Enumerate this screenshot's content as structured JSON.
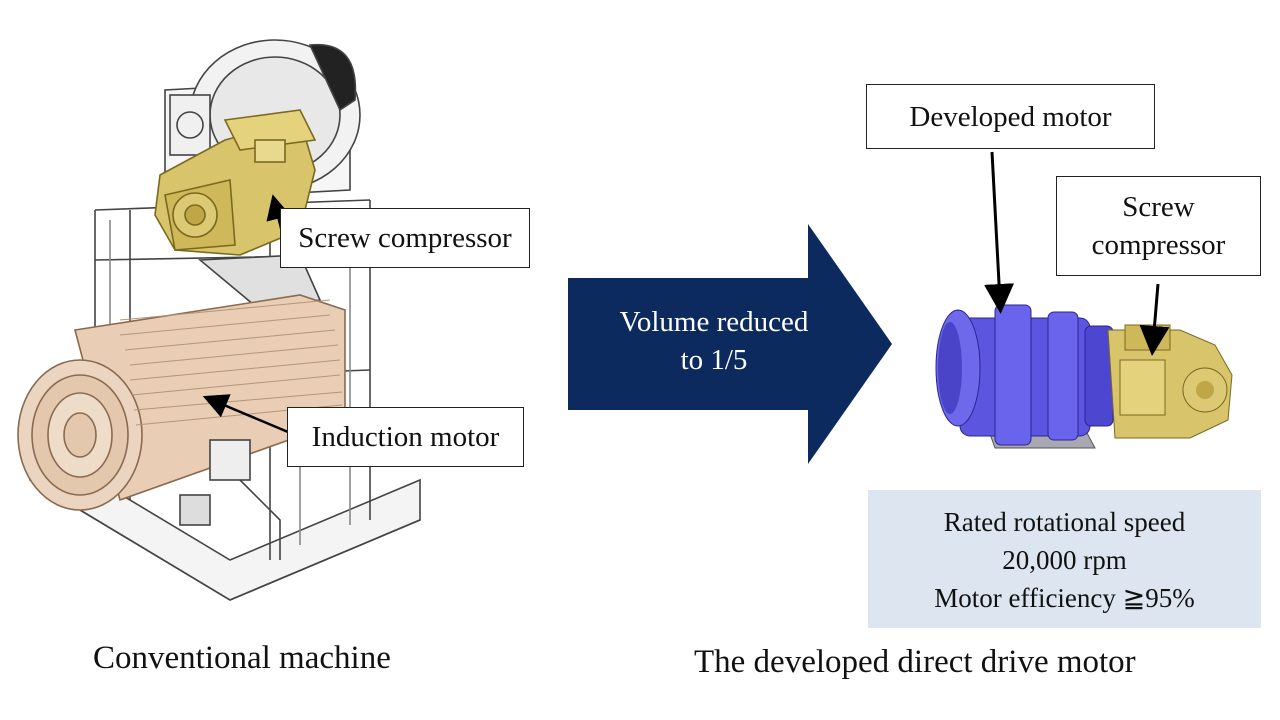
{
  "left": {
    "caption": "Conventional machine",
    "labels": {
      "screw_compressor": "Screw compressor",
      "induction_motor": "Induction motor"
    }
  },
  "arrow": {
    "line1": "Volume reduced",
    "line2": "to 1/5",
    "color": "#0d2a5e"
  },
  "right": {
    "caption": "The developed direct drive motor",
    "labels": {
      "developed_motor": "Developed motor",
      "screw_compressor_line1": "Screw",
      "screw_compressor_line2": "compressor"
    },
    "specs": {
      "line1": "Rated rotational speed",
      "line2": "20,000 rpm",
      "line3": "Motor efficiency ≧95%"
    }
  },
  "colors": {
    "compressor": "#d8c46a",
    "induction_motor": "#e9cdb4",
    "developed_motor": "#5b55e0",
    "spec_bg": "#dde6f0"
  }
}
